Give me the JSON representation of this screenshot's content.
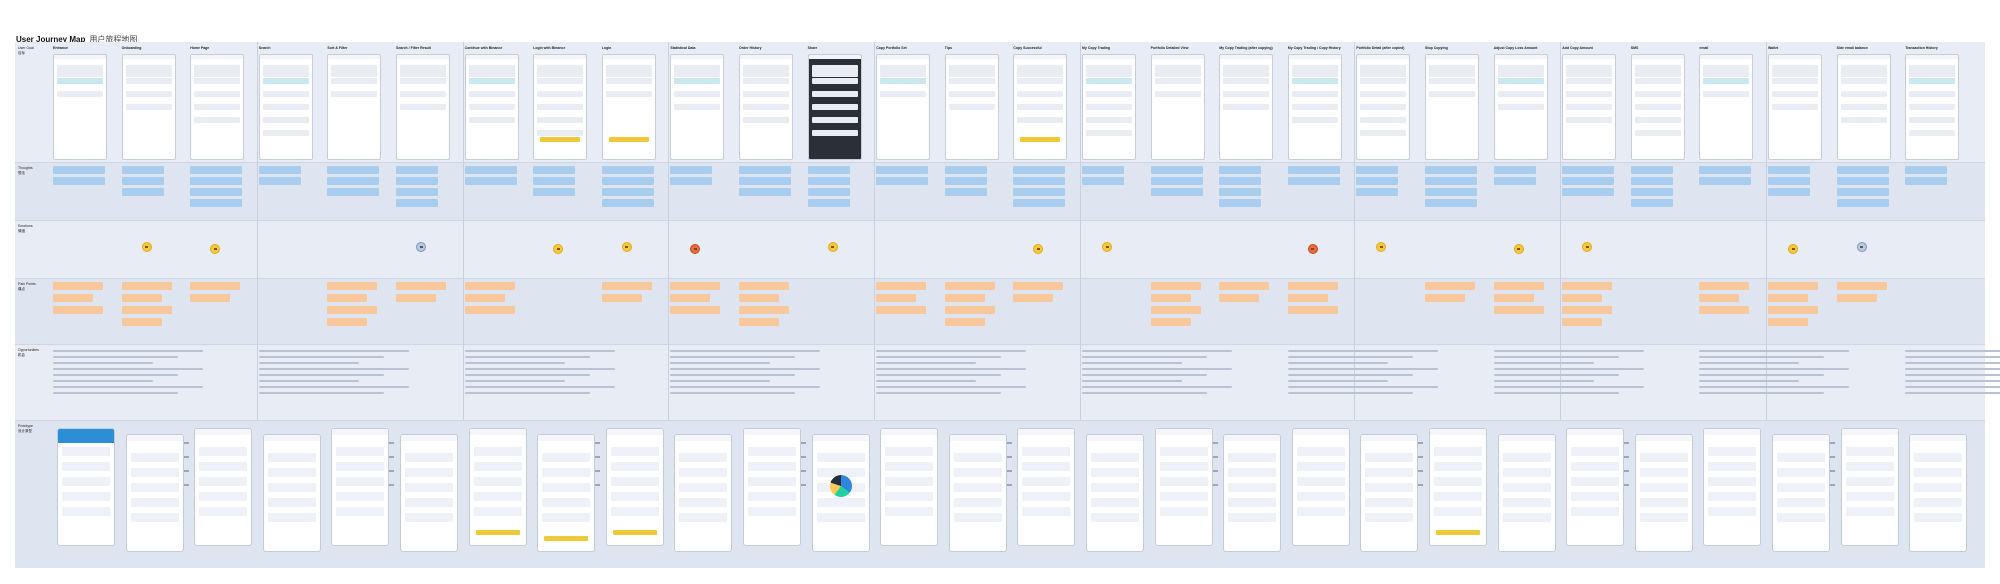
{
  "page": {
    "title": "User Journey Map",
    "subtitle": "用户旅程地图"
  },
  "row_labels": {
    "user_goal": "User Goal\n目标",
    "thoughts": "Thoughts\n想法",
    "emotions": "Emotions\n情绪",
    "pain_points": "Pain Points\n痛点",
    "opportunities": "Opportunities\n机会",
    "prototype": "Prototype\n设计原型"
  },
  "stages": [
    "Entrance",
    "Onboarding",
    "Home Page",
    "Search",
    "Sort & Filter",
    "Search / Filter Result",
    "Continue with Binance",
    "Login with Binance",
    "Login",
    "Statistical Data",
    "Order History",
    "Share",
    "Copy Portfolio Set",
    "Tips",
    "Copy Successful",
    "My Copy Trading",
    "Portfolio Detailed View",
    "My Copy Trading (after copying)",
    "My Copy Trading / Copy History",
    "Portfolio Detail (after copied)",
    "Stop Copying",
    "Adjust Copy Loss Amount",
    "Add Copy Amount",
    "SMS",
    "email",
    "Wallet",
    "Side email balance",
    "Transaction History"
  ],
  "emotions": [
    "neutral",
    "neutral",
    "shock",
    "neutral",
    "neutral",
    "angry",
    "neutral",
    "neutral",
    "neutral",
    "angry",
    "neutral",
    "neutral",
    "neutral",
    "neutral",
    "shock"
  ],
  "colors": {
    "thought_note": "#a9cdee",
    "pain_note": "#f8c79c",
    "emotion": "#f6c93c",
    "board": "#e7ecf5",
    "accent": "#f0c93a",
    "header_blue": "#2c8fd6"
  }
}
